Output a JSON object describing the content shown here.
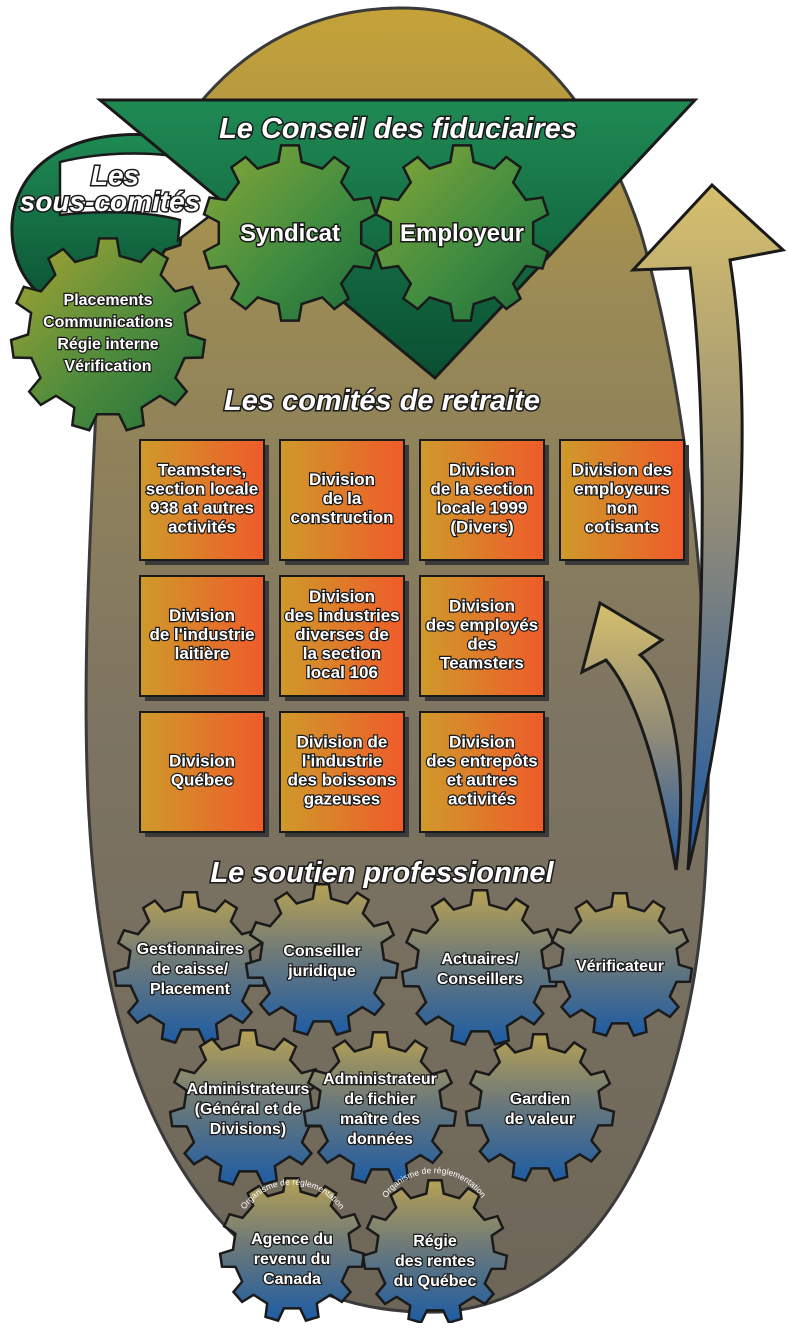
{
  "titles": {
    "board": "Le Conseil des fiduciaires",
    "subcommittees": [
      "Les",
      "sous-comités"
    ],
    "retirement_committees": "Les comités de retraite",
    "professional_support": "Le soutien professionnel"
  },
  "board_gears": [
    "Syndicat",
    "Employeur"
  ],
  "subcommittee_gear": [
    "Placements",
    "Communications",
    "Régie interne",
    "Vérification"
  ],
  "divisions": [
    [
      "Teamsters,",
      "section locale",
      "938 at autres",
      "activités"
    ],
    [
      "Division",
      "de la",
      "construction"
    ],
    [
      "Division",
      "de la section",
      "locale 1999",
      "(Divers)"
    ],
    [
      "Division des",
      "employeurs",
      "non",
      "cotisants"
    ],
    [
      "Division",
      "de l'industrie",
      "laitière"
    ],
    [
      "Division",
      "des industries",
      "diverses de",
      "la section",
      "local 106"
    ],
    [
      "Division",
      "des employés",
      "des",
      "Teamsters"
    ],
    [
      "Division",
      "Québec"
    ],
    [
      "Division de",
      "l'industrie",
      "des boissons",
      "gazeuses"
    ],
    [
      "Division",
      "des entrepôts",
      "et autres",
      "activités"
    ]
  ],
  "support_gears": [
    [
      "Gestionnaires",
      "de caisse/",
      "Placement"
    ],
    [
      "Conseiller",
      "juridique"
    ],
    [
      "Actuaires/",
      "Conseillers"
    ],
    [
      "Vérificateur"
    ],
    [
      "Administrateurs",
      "(Général et de",
      "Divisions)"
    ],
    [
      "Administrateur",
      "de fichier",
      "maître des",
      "données"
    ],
    [
      "Gardien",
      "de valeur"
    ]
  ],
  "regulators": [
    {
      "tag": "Organisme de réglementation",
      "lines": [
        "Agence du",
        "revenu du",
        "Canada"
      ]
    },
    {
      "tag": "Organisme de réglementation",
      "lines": [
        "Régie",
        "des rentes",
        "du Québec"
      ]
    }
  ],
  "colors": {
    "green_dark": "#0f5c3a",
    "green_mid": "#2e8a48",
    "gold": "#c9a232",
    "taupe": "#7c7263",
    "orange": "#e8612a",
    "blue": "#1b5ea8"
  }
}
